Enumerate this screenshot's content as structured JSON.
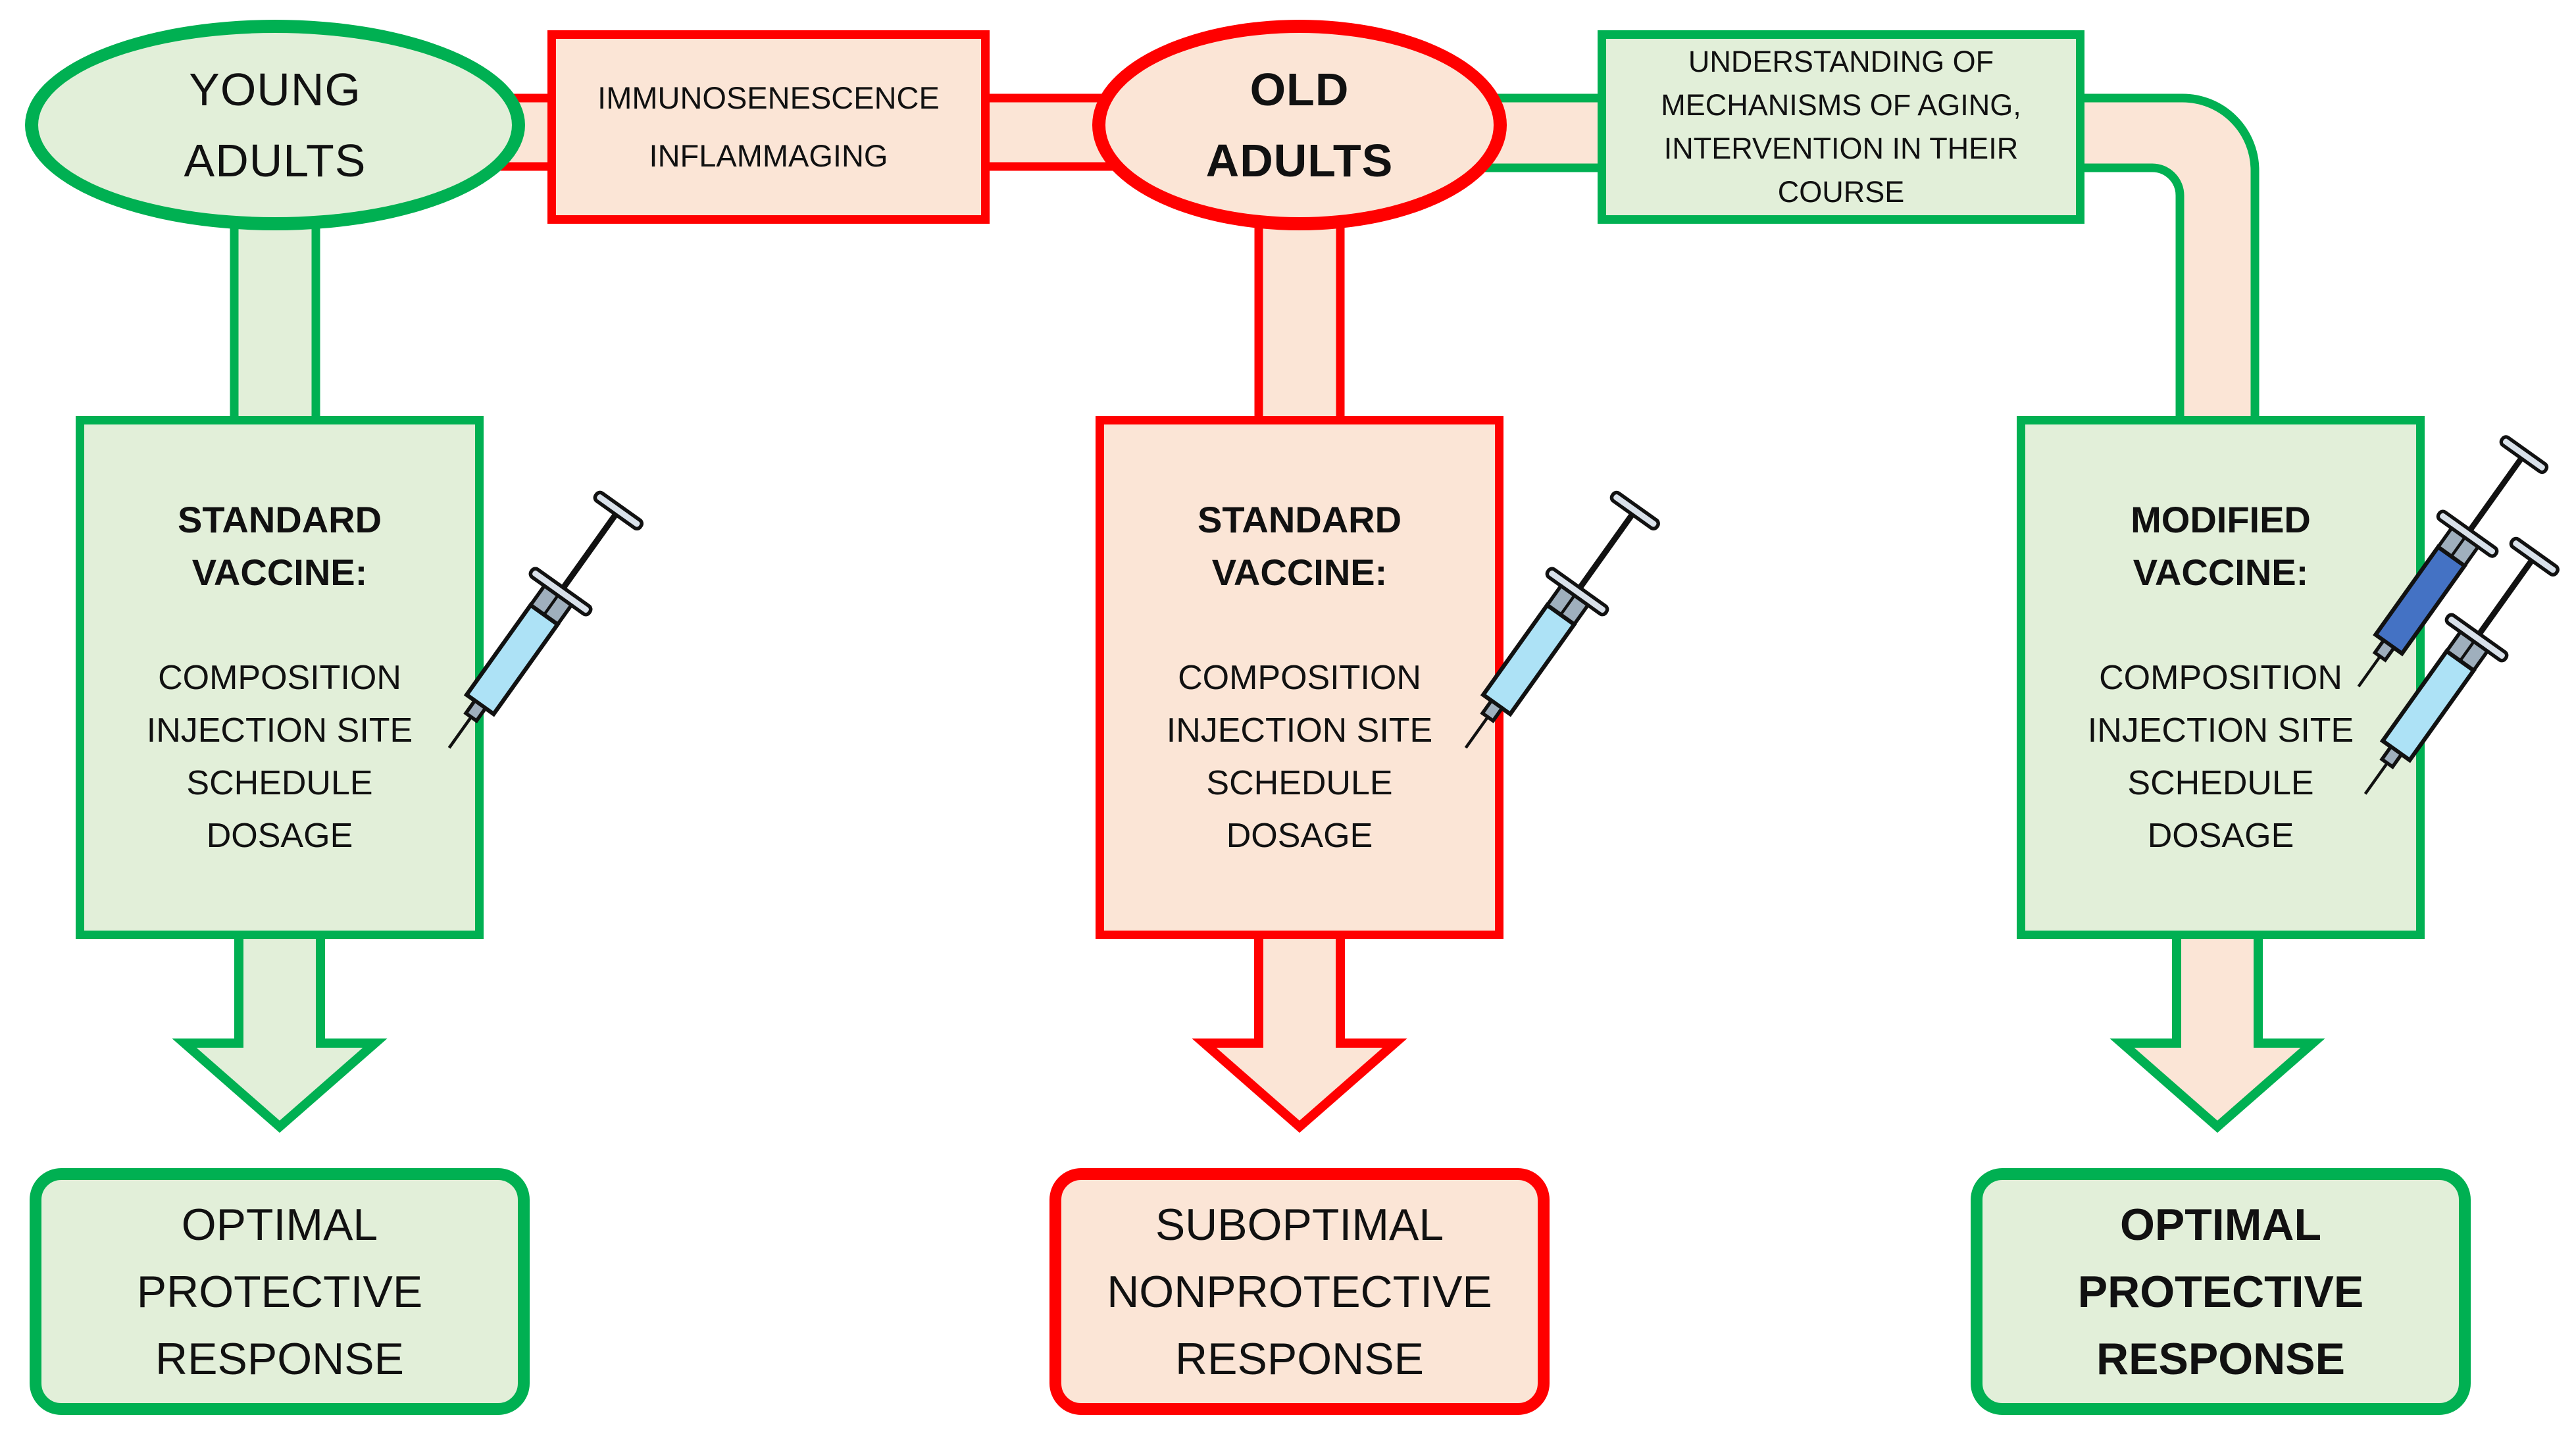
{
  "colors": {
    "green": "#00B052",
    "green_fill": "#E2EFD9",
    "red": "#FF0000",
    "red_fill": "#FBE5D6",
    "syringe_light_blue": "#ADE2F6",
    "syringe_dark_blue": "#4472C4",
    "text": "#111111"
  },
  "top_row": {
    "young_adults": {
      "lines": [
        "YOUNG",
        "ADULTS"
      ]
    },
    "immunosenescence": {
      "lines": [
        "IMMUNOSENESCENCE",
        "INFLAMMAGING"
      ]
    },
    "old_adults": {
      "lines": [
        "OLD",
        "ADULTS"
      ]
    },
    "understanding": {
      "lines": [
        "UNDERSTANDING OF",
        "MECHANISMS OF AGING,",
        "INTERVENTION IN THEIR",
        "COURSE"
      ]
    }
  },
  "vaccine_boxes": {
    "young": {
      "title_lines": [
        "STANDARD",
        "VACCINE:"
      ],
      "items": [
        "COMPOSITION",
        "INJECTION SITE",
        "SCHEDULE",
        "DOSAGE"
      ]
    },
    "old": {
      "title_lines": [
        "STANDARD",
        "VACCINE:"
      ],
      "items": [
        "COMPOSITION",
        "INJECTION SITE",
        "SCHEDULE",
        "DOSAGE"
      ]
    },
    "modified": {
      "title_lines": [
        "MODIFIED",
        "VACCINE:"
      ],
      "items": [
        "COMPOSITION",
        "INJECTION SITE",
        "SCHEDULE",
        "DOSAGE"
      ]
    }
  },
  "response_boxes": {
    "young": {
      "lines": [
        "OPTIMAL",
        "PROTECTIVE",
        "RESPONSE"
      ]
    },
    "old": {
      "lines": [
        "SUBOPTIMAL",
        "NONPROTECTIVE",
        "RESPONSE"
      ]
    },
    "modified": {
      "lines": [
        "OPTIMAL",
        "PROTECTIVE",
        "RESPONSE"
      ]
    }
  }
}
